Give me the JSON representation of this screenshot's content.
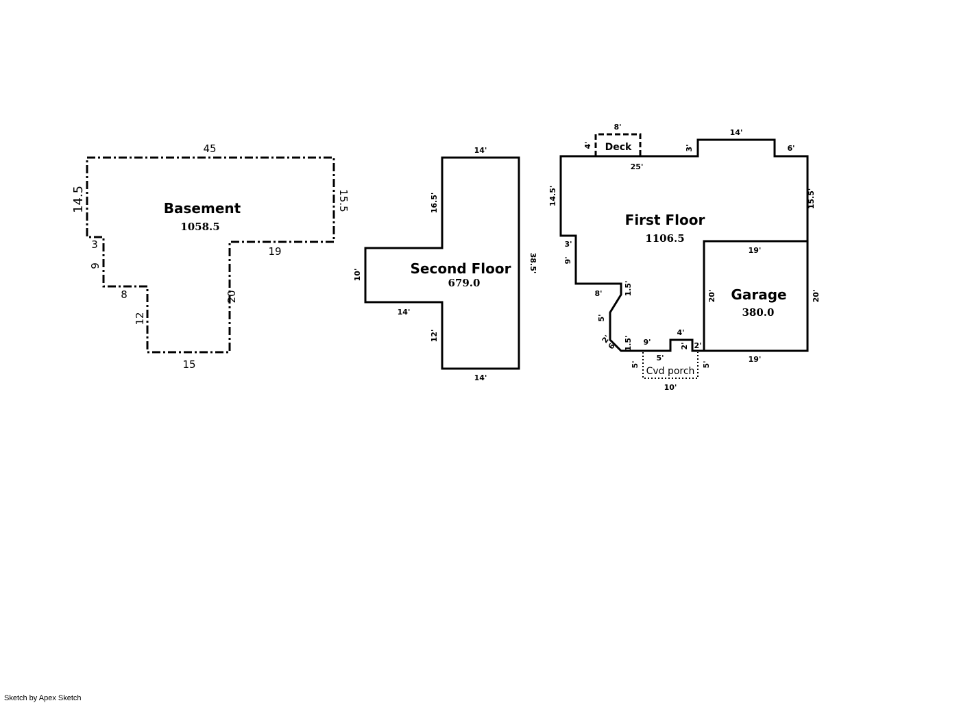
{
  "credit": "Sketch by Apex Sketch",
  "basement": {
    "name": "Basement",
    "area": "1058.5",
    "dims": {
      "top": "45",
      "left": "14.5",
      "right": "15.5",
      "step_top": "3",
      "step_side": "9",
      "ledge": "8",
      "inner_left": "12",
      "bottom": "15",
      "inner_right": "20",
      "right_ledge": "19"
    }
  },
  "second_floor": {
    "name": "Second Floor",
    "area": "679.0",
    "dims": {
      "top": "14'",
      "upper_left": "16.5'",
      "bump_left": "10'",
      "bump_bottom": "14'",
      "lower_left": "12'",
      "bottom": "14'",
      "right": "38.5'"
    }
  },
  "first_floor": {
    "name": "First Floor",
    "area": "1106.5",
    "dims": {
      "top_left": "25'",
      "step_up": "3'",
      "top_bump": "14'",
      "top_right": "6'",
      "right": "15.5'",
      "left": "14.5'",
      "step_in": "3'",
      "step_down": "9'",
      "ledge": "8'",
      "notch": "1.5'",
      "angle_side": "5'",
      "diag_1": "2'",
      "diag_2": "6'",
      "bottom_notch": "1.5'",
      "bottom_left": "9'",
      "stoop_top": "4'",
      "stoop_side": "2'",
      "stoop_right": "2'"
    }
  },
  "deck": {
    "name": "Deck",
    "dims": {
      "top": "8'",
      "left": "4'"
    }
  },
  "garage": {
    "name": "Garage",
    "area": "380.0",
    "dims": {
      "top": "19'",
      "left": "20'",
      "right": "20'",
      "bottom": "19'"
    }
  },
  "porch": {
    "name": "Cvd porch",
    "dims": {
      "top": "5'",
      "left": "5'",
      "right": "5'",
      "bottom": "10'"
    }
  }
}
